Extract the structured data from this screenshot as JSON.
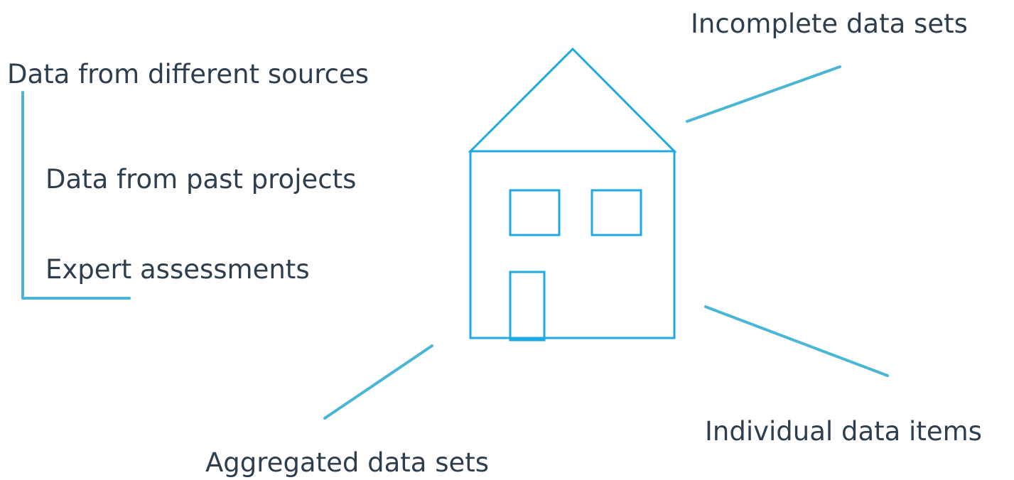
{
  "labels": {
    "sources": "Data from different sources",
    "past_projects": "Data from past projects",
    "expert": "Expert assessments",
    "incomplete": "Incomplete data sets",
    "individual": "Individual data items",
    "aggregated": "Aggregated data sets"
  },
  "colors": {
    "house_stroke": "#1fa9e1",
    "connector_stroke": "#4ab6d6",
    "text": "#2f3e4d"
  }
}
